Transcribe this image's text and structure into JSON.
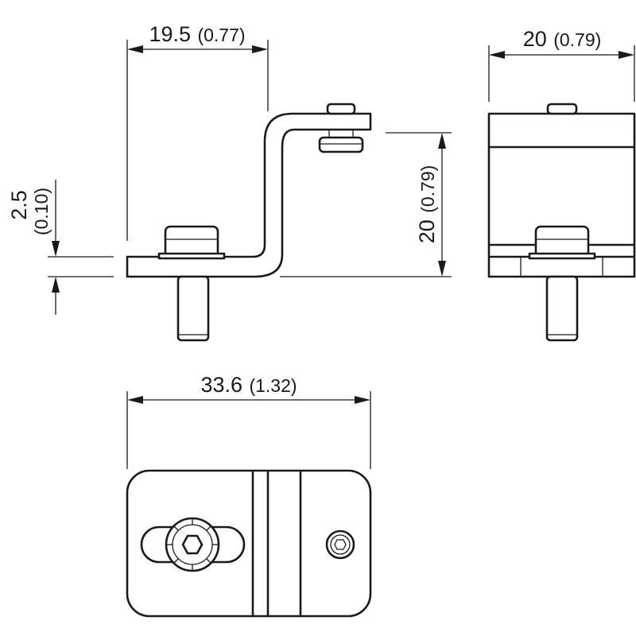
{
  "dimensions": {
    "side_width": {
      "value": "19.5",
      "inch": "(0.77)"
    },
    "end_width": {
      "value": "20",
      "inch": "(0.79)"
    },
    "side_height": {
      "value": "20",
      "inch": "(0.79)"
    },
    "thickness": {
      "value": "2.5",
      "inch": "(0.10)"
    },
    "plan_width": {
      "value": "33.6",
      "inch": "(1.32)"
    }
  }
}
